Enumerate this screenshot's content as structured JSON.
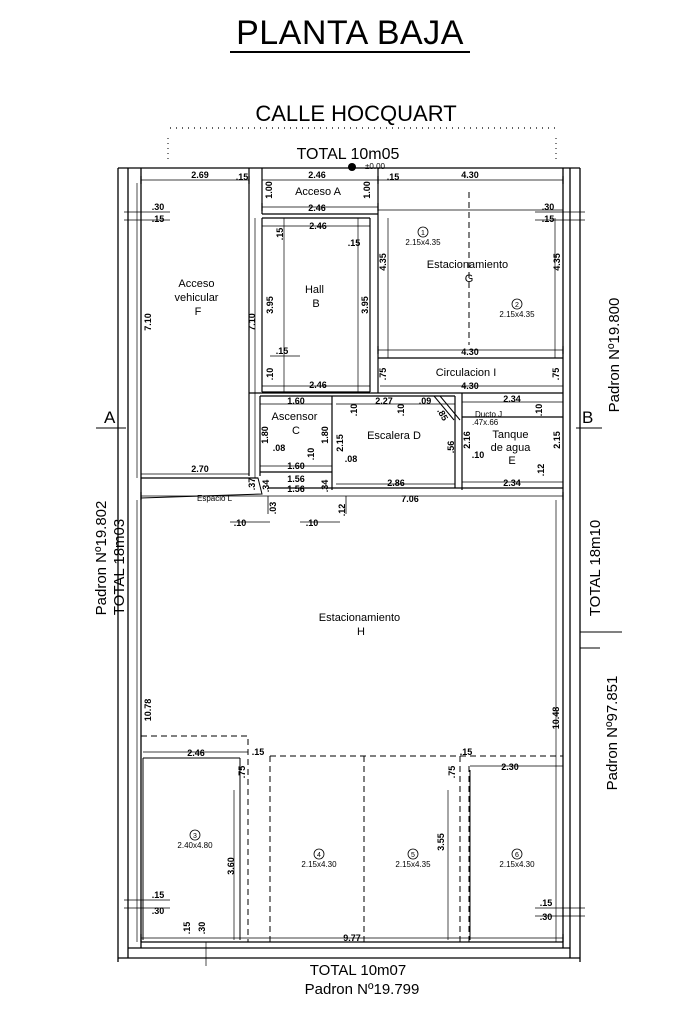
{
  "title": "PLANTA BAJA",
  "street": "CALLE HOCQUART",
  "top_total": "TOTAL 10m05",
  "level_mark": "±0.00",
  "bottom_total": "TOTAL 10m07",
  "bottom_padron": "Padron Nº19.799",
  "left_padron": "Padron Nº19.802",
  "left_total": "TOTAL 18m03",
  "right_padron_top": "Padron Nº19.800",
  "right_total": "TOTAL 18m10",
  "right_padron_bottom": "Padron Nº97.851",
  "section_a": "A",
  "section_b": "B",
  "rooms": {
    "acceso_vehicular": [
      "Acceso",
      "vehicular",
      "F"
    ],
    "acceso": "Acceso A",
    "hall": [
      "Hall",
      "B"
    ],
    "estacionamiento_g": [
      "Estacionamiento",
      "G"
    ],
    "circulacion": "Circulacion I",
    "ascensor": [
      "Ascensor",
      "C"
    ],
    "escalera": "Escalera D",
    "ducto": "Ducto J",
    "tanque": [
      "Tanque",
      "de agua",
      "E"
    ],
    "espacio": "Espacio L",
    "estacionamiento_h": [
      "Estacionamiento",
      "H"
    ]
  },
  "spaces": [
    {
      "num": "1",
      "size": "2.15x4.35"
    },
    {
      "num": "2",
      "size": "2.15x4.35"
    },
    {
      "num": "3",
      "size": "2.40x4.80"
    },
    {
      "num": "4",
      "size": "2.15x4.30"
    },
    {
      "num": "5",
      "size": "2.15x4.35"
    },
    {
      "num": "6",
      "size": "2.15x4.30"
    }
  ],
  "dims": {
    "d269": "2.69",
    "d15a": ".15",
    "d246a": "2.46",
    "d100a": "1.00",
    "d100b": "1.00",
    "d15b": ".15",
    "d430a": "4.30",
    "d30a": ".30",
    "d15c": ".15",
    "d30b": ".30",
    "d15d": ".15",
    "d246b": "2.46",
    "d15e": ".15",
    "d246c": "2.46",
    "d15f": ".15",
    "d435a": "4.35",
    "d435b": "4.35",
    "d710a": "7.10",
    "d710b": "7.10",
    "d395a": "3.95",
    "d395b": "3.95",
    "d15g": ".15",
    "d430b": "4.30",
    "d10a": ".10",
    "d246d": "2.46",
    "d75a": ".75",
    "d430c": "4.30",
    "d75b": ".75",
    "d160a": "1.60",
    "d227": "2.27",
    "d10b": ".10",
    "d10c": ".10",
    "d09": ".09",
    "d234a": "2.34",
    "d10d": ".10",
    "d47": ".47x.66",
    "d85": ".85",
    "d180a": "1.80",
    "d180b": "1.80",
    "d08a": ".08",
    "d10e": ".10",
    "d215a": "2.15",
    "d56": ".56",
    "d10f": ".10",
    "d216": "2.16",
    "d215b": "2.15",
    "d12a": ".12",
    "d160b": "1.60",
    "d270": "2.70",
    "d37": ".37",
    "d56b": "1.56",
    "d56c": "1.56",
    "d34a": ".34",
    "d34b": ".34",
    "d08b": ".08",
    "d286": "2.86",
    "d234b": "2.34",
    "d706": "7.06",
    "d03": ".03",
    "d12b": ".12",
    "d10g": ".10",
    "d10h": ".10",
    "d1078": "10.78",
    "d1048": "10.48",
    "d246e": "2.46",
    "d15h": ".15",
    "d15i": ".15",
    "d230": "2.30",
    "d75c": ".75",
    "d75d": ".75",
    "d360": "3.60",
    "d355": "3.55",
    "d15j": ".15",
    "d30c": ".30",
    "d15k": ".15",
    "d30d": ".30",
    "d15l": ".15",
    "d30e": ".30",
    "d977": "9.77"
  }
}
